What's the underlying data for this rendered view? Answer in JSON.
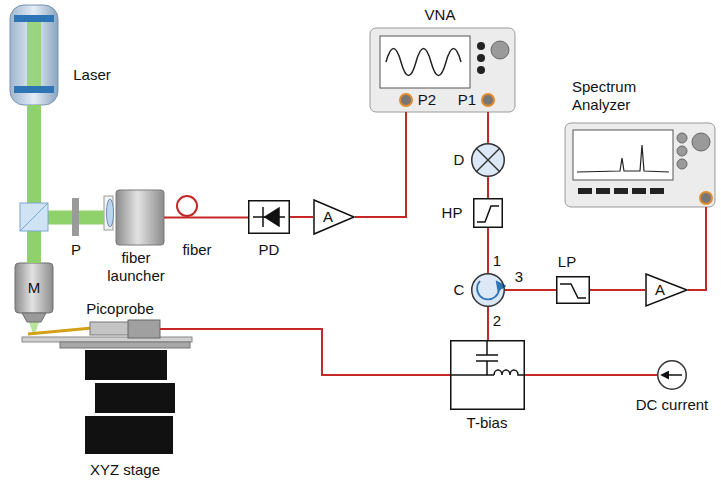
{
  "diagram": {
    "nodes": [
      {
        "text": [
          "Laser"
        ]
      },
      {
        "text": [
          "VNA",
          "P2",
          "P1"
        ]
      },
      {
        "text": [
          "Spectrum Analyzer"
        ]
      },
      {
        "text": [
          "P"
        ]
      },
      {
        "text": [
          "fiber launcher"
        ]
      },
      {
        "text": [
          "PD"
        ]
      },
      {
        "text": [
          "A"
        ]
      },
      {
        "text": [
          "D"
        ]
      },
      {
        "text": [
          "HP"
        ]
      },
      {
        "text": [
          "M"
        ]
      },
      {
        "text": [
          "C",
          "1",
          "2",
          "3"
        ]
      },
      {
        "text": [
          "LP"
        ]
      },
      {
        "text": [
          "A"
        ]
      },
      {
        "text": [
          "Picoprobe"
        ]
      },
      {
        "text": [
          "T-bias"
        ]
      },
      {
        "text": [
          "DC current"
        ]
      },
      {
        "text": [
          "XYZ stage"
        ]
      }
    ],
    "edges": [
      {
        "from": 4,
        "to": 5,
        "label": "fiber",
        "arrow": "none"
      },
      {
        "from": 5,
        "to": 6,
        "arrow": "none"
      },
      {
        "from": 6,
        "to": 1,
        "arrow": "none"
      },
      {
        "from": 1,
        "to": 7,
        "arrow": "none"
      },
      {
        "from": 7,
        "to": 8,
        "arrow": "none"
      },
      {
        "from": 8,
        "to": 10,
        "arrow": "none"
      },
      {
        "from": 10,
        "to": 14,
        "arrow": "none"
      },
      {
        "from": 10,
        "to": 11,
        "arrow": "none"
      },
      {
        "from": 11,
        "to": 12,
        "arrow": "none"
      },
      {
        "from": 12,
        "to": 2,
        "arrow": "none"
      },
      {
        "from": 15,
        "to": 14,
        "arrow": "none"
      },
      {
        "from": 14,
        "to": 13,
        "arrow": "none"
      },
      {
        "from": 0,
        "to": 4,
        "arrow": "none"
      },
      {
        "from": 0,
        "to": 9,
        "arrow": "none"
      }
    ]
  }
}
